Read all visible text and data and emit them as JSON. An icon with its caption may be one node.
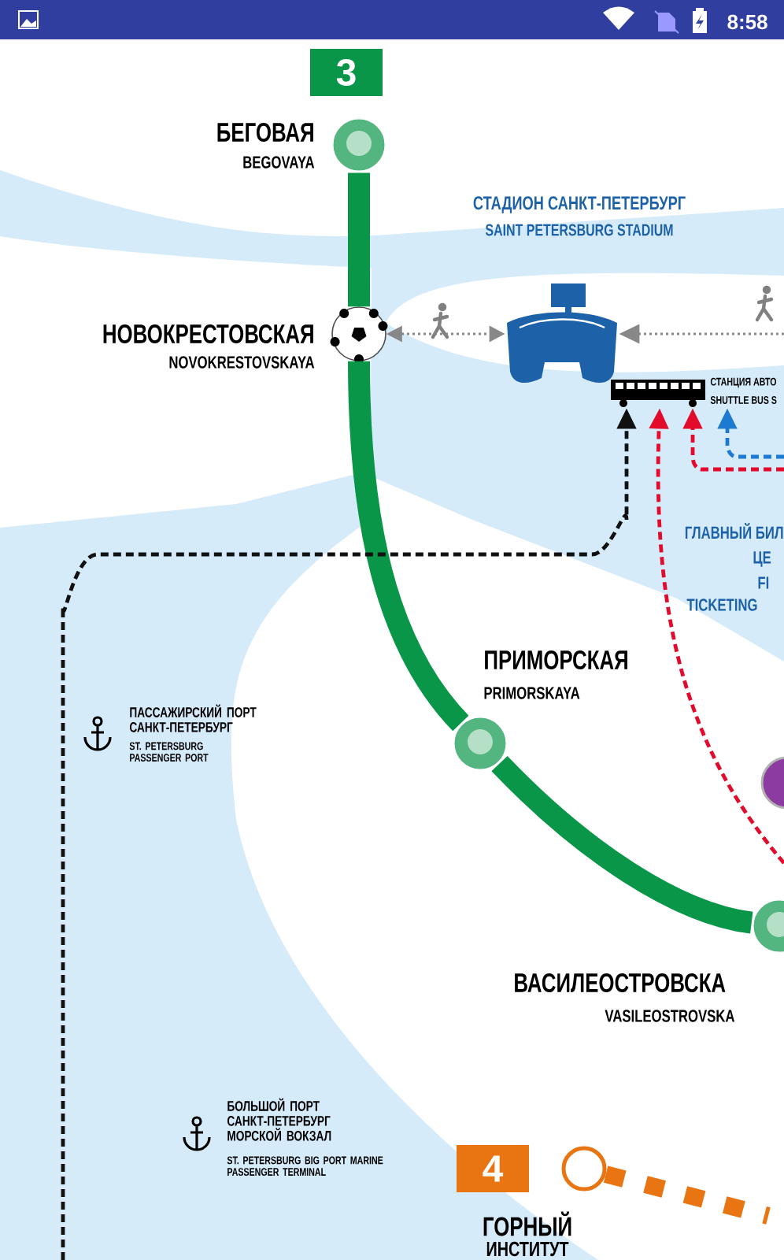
{
  "diagram": {
    "nodes": [
      {
        "text": [
          "3"
        ]
      },
      {
        "text": [],
        "shape": "circle",
        "beside": [
          "БЕГОВАЯ",
          "BEGOVAYA"
        ]
      },
      {
        "text": [],
        "shape": "circle",
        "beside": [
          "НОВОКРЕСТОВСКАЯ",
          "NOVOKRESTOVSKAYA"
        ]
      },
      {
        "text": [],
        "shape": "picture",
        "beside": [
          "СТАДИОН САНКТ-ПЕТЕРБУРГ",
          "SAINT PETERSBURG STADIUM"
        ]
      },
      {
        "text": [],
        "shape": "picture",
        "beside": [
          "СТАНЦИЯ АВТО",
          "SHUTTLE BUS S"
        ]
      },
      {
        "text": [],
        "shape": "circle",
        "beside": [
          "ПРИМОРСКАЯ",
          "PRIMORSKAYA"
        ]
      },
      {
        "text": [],
        "shape": "circle"
      },
      {
        "text": [],
        "shape": "circle",
        "beside": [
          "ВАСИЛЕОСТРОВСКА",
          "VASILEOSTROVSKA"
        ]
      },
      {
        "text": [
          "4"
        ]
      },
      {
        "text": [],
        "shape": "circle",
        "beside": [
          "ГОРНЫЙ",
          "ИНСТИТУТ"
        ]
      }
    ],
    "edges": [
      {
        "from": 1,
        "to": 2,
        "arrow": "none",
        "style": "thick",
        "color": "#0a9648"
      },
      {
        "from": 2,
        "to": 5,
        "arrow": "none",
        "style": "thick",
        "color": "#0a9648"
      },
      {
        "from": 5,
        "to": 7,
        "arrow": "none",
        "style": "thick",
        "color": "#0a9648"
      },
      {
        "from": 2,
        "to": 3,
        "arrow": "both",
        "style": "dashed",
        "color": "#888888"
      },
      {
        "from": null,
        "to": 3,
        "arrow": "to",
        "style": "dashed",
        "color": "#888888"
      },
      {
        "from": null,
        "to": 4,
        "arrow": "to",
        "style": "dashed",
        "color": "#111111"
      },
      {
        "from": null,
        "to": 4,
        "arrow": "to",
        "style": "dashed",
        "color": "#e30b2c"
      },
      {
        "from": null,
        "to": 4,
        "arrow": "to",
        "style": "dashed",
        "color": "#e30b2c"
      },
      {
        "from": null,
        "to": 4,
        "arrow": "to",
        "style": "dashed",
        "color": "#1d7ad0"
      },
      {
        "from": 9,
        "to": null,
        "arrow": "none",
        "style": "dashed",
        "color": "#e87511"
      }
    ],
    "labels": [
      "8:58",
      "ГЛАВНЫЙ БИЛ",
      "ЦЕ",
      "FI",
      "TICKETING",
      "ПАССАЖИРСКИЙ ПОРТ САНКТ-ПЕТЕРБУРГ",
      "ST. PETERSBURG PASSENGER PORT",
      "БОЛЬШОЙ ПОРТ САНКТ-ПЕТЕРБУРГ МОРСКОЙ ВОКЗАЛ",
      "ST. PETERSBURG BIG PORT MARINE PASSENGER TERMINAL"
    ]
  }
}
